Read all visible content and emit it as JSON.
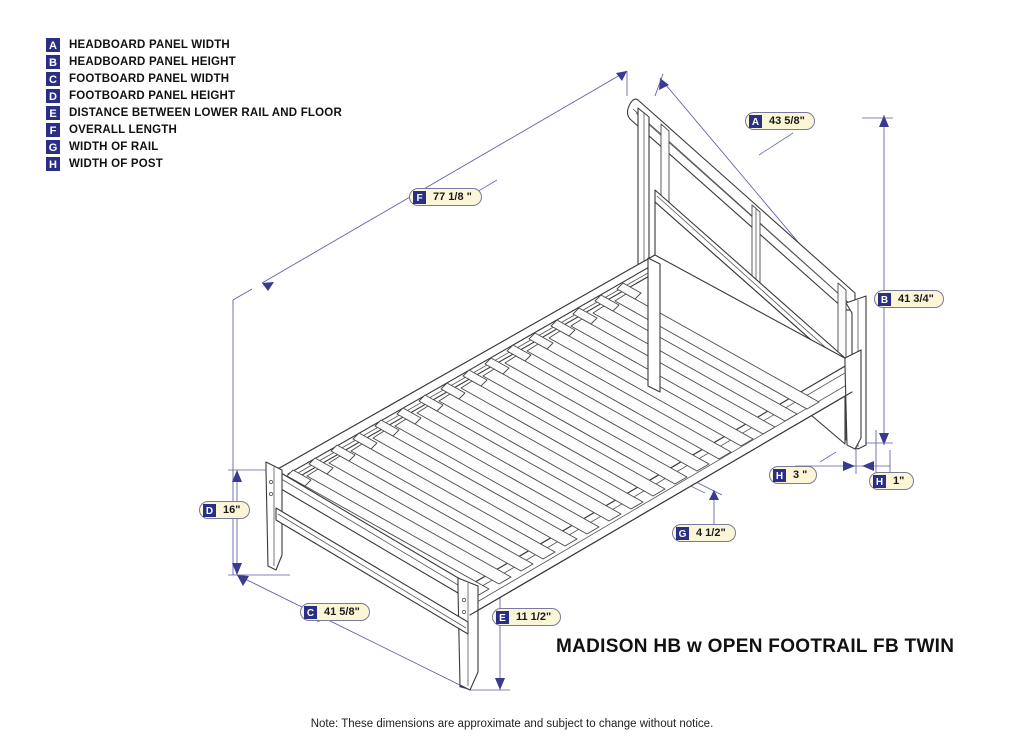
{
  "legend": {
    "items": [
      {
        "key": "A",
        "label": "HEADBOARD PANEL WIDTH"
      },
      {
        "key": "B",
        "label": "HEADBOARD PANEL HEIGHT"
      },
      {
        "key": "C",
        "label": "FOOTBOARD PANEL WIDTH"
      },
      {
        "key": "D",
        "label": "FOOTBOARD PANEL HEIGHT"
      },
      {
        "key": "E",
        "label": "DISTANCE BETWEEN LOWER RAIL AND FLOOR"
      },
      {
        "key": "F",
        "label": "OVERALL LENGTH"
      },
      {
        "key": "G",
        "label": "WIDTH OF RAIL"
      },
      {
        "key": "H",
        "label": "WIDTH OF POST"
      }
    ]
  },
  "callouts": [
    {
      "key": "A",
      "value": "43 5/8\"",
      "name": "callout-a-headboard-panel-width"
    },
    {
      "key": "B",
      "value": "41 3/4\"",
      "name": "callout-b-headboard-panel-height"
    },
    {
      "key": "C",
      "value": "41 5/8\"",
      "name": "callout-c-footboard-panel-width"
    },
    {
      "key": "D",
      "value": "16\"",
      "name": "callout-d-footboard-panel-height"
    },
    {
      "key": "E",
      "value": "11 1/2\"",
      "name": "callout-e-lower-rail-to-floor"
    },
    {
      "key": "F",
      "value": "77 1/8 \"",
      "name": "callout-f-overall-length"
    },
    {
      "key": "G",
      "value": "4 1/2\"",
      "name": "callout-g-width-of-rail"
    },
    {
      "key": "H",
      "value": "3 \"",
      "name": "callout-h-width-of-post-headboard"
    },
    {
      "key": "H",
      "value": "1\"",
      "name": "callout-h-width-of-post-footboard"
    }
  ],
  "title": "MADISON HB w OPEN FOOTRAIL FB TWIN",
  "note": "Note:  These dimensions are approximate and subject to change without notice.",
  "colors": {
    "badge_background": "#2a2f86",
    "badge_text": "#ffffff",
    "callout_background": "#fbf6d8",
    "callout_border": "#7a7a9c",
    "dimension_line": "#5b5ba8",
    "drawing_line": "#3a3a3a",
    "page_background": "#ffffff"
  }
}
